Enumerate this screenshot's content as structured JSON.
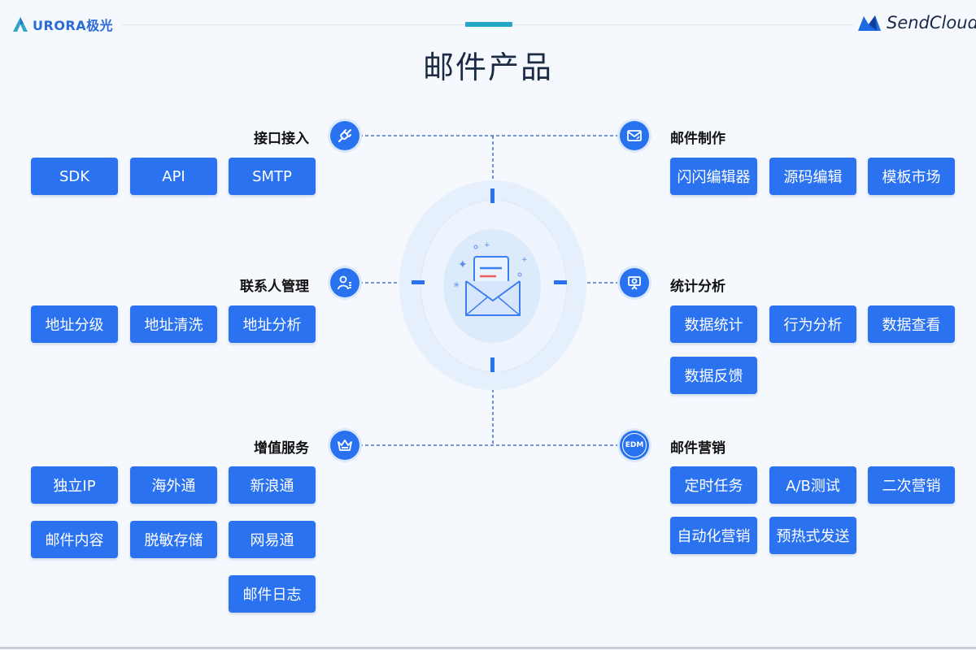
{
  "header": {
    "aurora_logo_text": "URORA极光",
    "sendcloud_logo_text": "SendCloud",
    "title": "邮件产品"
  },
  "left": [
    {
      "title": "接口接入",
      "icon": "plug-icon",
      "buttons": [
        "SDK",
        "API",
        "SMTP"
      ]
    },
    {
      "title": "联系人管理",
      "icon": "contact-icon",
      "buttons": [
        "地址分级",
        "地址清洗",
        "地址分析"
      ]
    },
    {
      "title": "增值服务",
      "icon": "crown-icon",
      "buttons": [
        "独立IP",
        "海外通",
        "新浪通",
        "邮件内容",
        "脱敏存储",
        "网易通",
        "邮件日志"
      ]
    }
  ],
  "right": [
    {
      "title": "邮件制作",
      "icon": "mail-edit-icon",
      "buttons": [
        "闪闪编辑器",
        "源码编辑",
        "模板市场"
      ]
    },
    {
      "title": "统计分析",
      "icon": "presentation-chart-icon",
      "buttons": [
        "数据统计",
        "行为分析",
        "数据查看",
        "数据反馈"
      ]
    },
    {
      "title": "邮件营销",
      "icon": "edm-icon",
      "icon_text": "EDM",
      "buttons": [
        "定时任务",
        "A/B测试",
        "二次营销",
        "自动化营销",
        "预热式发送"
      ]
    }
  ],
  "colors": {
    "accent": "#2b72f0",
    "title": "#1c2b45",
    "line": "#2a5cb8",
    "header_accent": "#23a7c4"
  }
}
